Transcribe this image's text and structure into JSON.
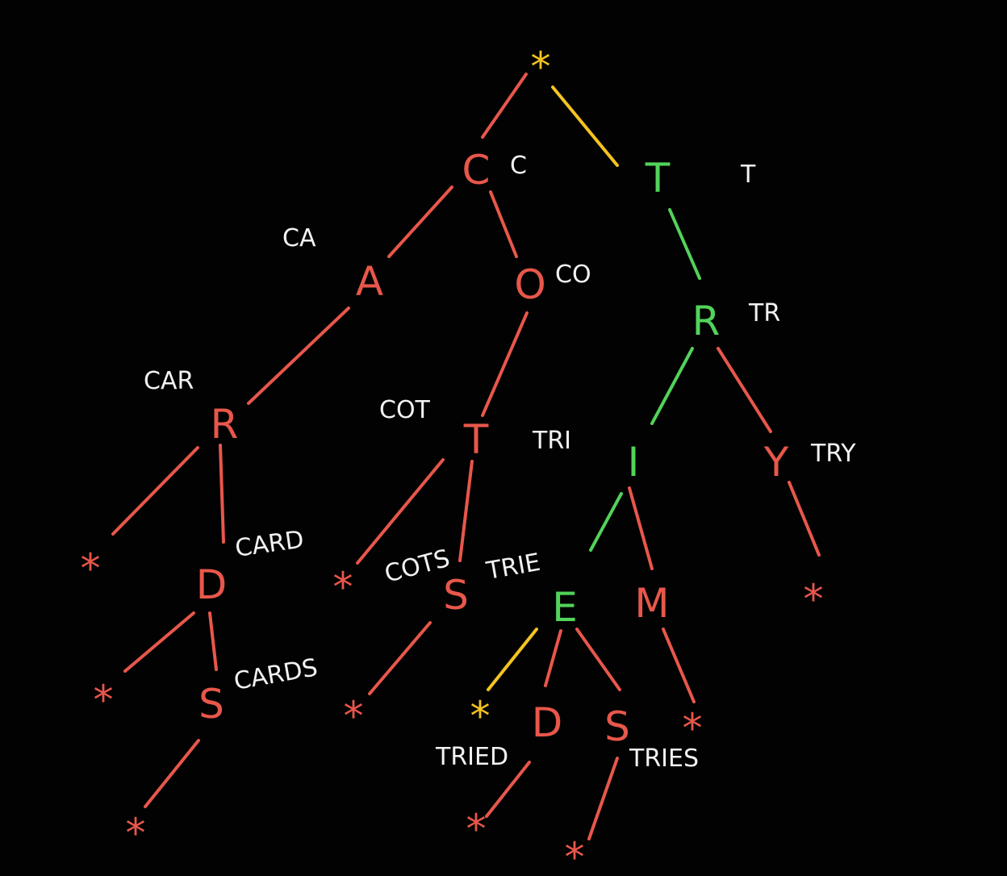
{
  "diagram": {
    "colors": {
      "red": "#e8574b",
      "green": "#52d35a",
      "yellow": "#f3c320",
      "label": "#f2f2f2",
      "background": "#020202"
    },
    "root": {
      "symbol": "*",
      "color": "yellow"
    },
    "nodes": {
      "C": "C",
      "A": "A",
      "O": "O",
      "T1": "T",
      "R1": "R",
      "I": "I",
      "Y": "Y",
      "R2": "R",
      "T2": "T",
      "D1": "D",
      "S1": "S",
      "E": "E",
      "M": "M",
      "S2": "S",
      "D2": "D",
      "S3": "S"
    },
    "end_markers": "*",
    "prefix_labels": {
      "C": "C",
      "T": "T",
      "CA": "CA",
      "CO": "CO",
      "TR": "TR",
      "CAR": "CAR",
      "COT": "COT",
      "TRI": "TRI",
      "TRY": "TRY",
      "CARD": "CARD",
      "COTS": "COTS",
      "TRIE": "TRIE",
      "CARDS": "CARDS",
      "TRIED": "TRIED",
      "TRIES": "TRIES"
    }
  }
}
